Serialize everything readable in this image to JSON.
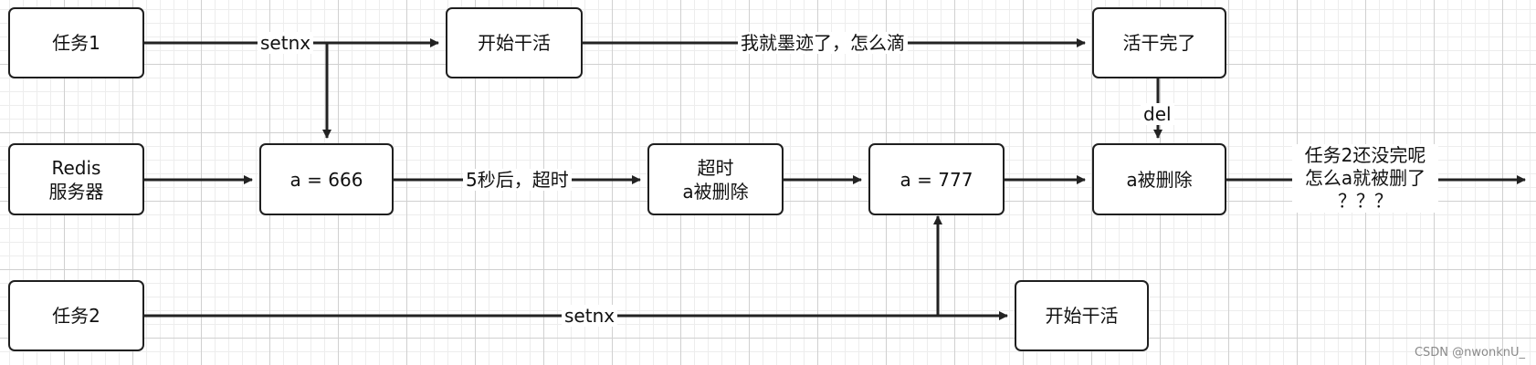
{
  "nodes": {
    "task1": "任务1",
    "redis_server": [
      "Redis",
      "服务器"
    ],
    "task2": "任务2",
    "key_set_666": "a = 666",
    "start_work_task1": "开始干活",
    "timeout_deleted": [
      "超时",
      "a被删除"
    ],
    "key_set_777": "a = 777",
    "work_done": "活干完了",
    "a_deleted": "a被删除",
    "start_work_task2": "开始干活"
  },
  "edges": {
    "task1_setnx": "setnx",
    "slow_work": "我就墨迹了，怎么滴",
    "timeout_5s": "5秒后，超时",
    "del": "del",
    "task2_setnx": "setnx"
  },
  "note": [
    "任务2还没完呢",
    "怎么a就被删了",
    "？？？"
  ],
  "watermark": "CSDN @nwonknU_"
}
